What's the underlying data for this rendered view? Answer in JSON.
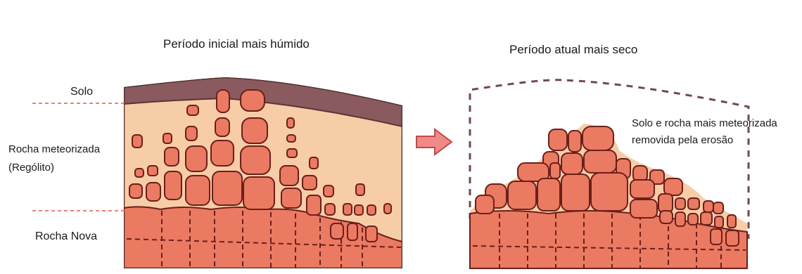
{
  "left_panel": {
    "title": "Período inicial mais húmido",
    "labels": {
      "soil": "Solo",
      "weathered_rock_line1": "Rocha meteorizada",
      "weathered_rock_line2": "(Rególito)",
      "fresh_rock": "Rocha Nova"
    }
  },
  "right_panel": {
    "title": "Período atual mais seco",
    "note_line1": "Solo e rocha mais meteorizada",
    "note_line2": "removida pela erosão"
  },
  "colors": {
    "soil": "#8a5a5e",
    "regolith": "#f7cda7",
    "rock": "#eb7a62",
    "rock_outline": "#6b1f1a",
    "divider_line": "#e35a4f",
    "arrow_fill": "#ef8a86",
    "arrow_stroke": "#c04a4a",
    "eroded_outline": "#6f4b49"
  }
}
